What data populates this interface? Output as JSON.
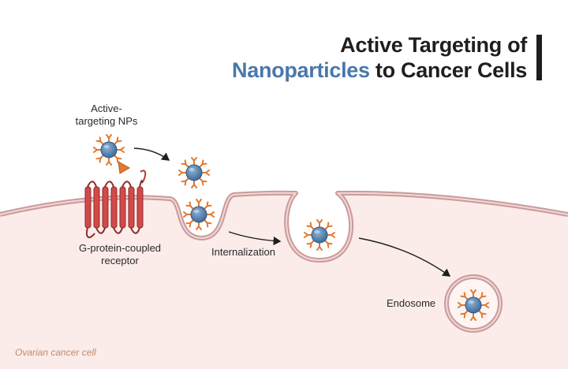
{
  "title": {
    "line1": "Active Targeting of",
    "line2_highlight": "Nanoparticles",
    "line2_rest": " to Cancer Cells",
    "accent_color": "#4a78aa"
  },
  "labels": {
    "nps_line1": "Active-",
    "nps_line2": "targeting NPs",
    "gpcr_line1": "G-protein-coupled",
    "gpcr_line2": "receptor",
    "internalization": "Internalization",
    "endosome": "Endosome",
    "cell": "Ovarian cancer cell"
  },
  "colors": {
    "cell_fill": "#fbecea",
    "membrane": "#c99b9b",
    "nanoparticle": "#4f7fae",
    "ligand": "#e07a2e",
    "receptor": "#d14a4a"
  }
}
